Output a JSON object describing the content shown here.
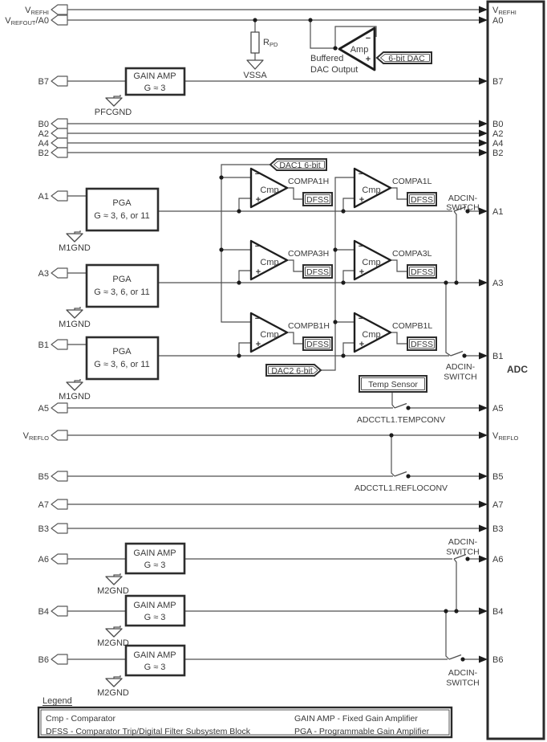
{
  "left_pins": {
    "vrefhi_v": "V",
    "vrefhi_sub": "REFHI",
    "vrefout_v": "V",
    "vrefout_sub": "REFOUT",
    "vrefout_rest": "/A0",
    "b7": "B7",
    "b0": "B0",
    "a2": "A2",
    "a4": "A4",
    "b2": "B2",
    "a1": "A1",
    "a3": "A3",
    "b1": "B1",
    "a5": "A5",
    "vreflo_v": "V",
    "vreflo_sub": "REFLO",
    "b5": "B5",
    "a7": "A7",
    "b3": "B3",
    "a6": "A6",
    "b4": "B4",
    "b6": "B6"
  },
  "adc": {
    "label": "ADC",
    "vrefhi_v": "V",
    "vrefhi_sub": "REFHI",
    "a0": "A0",
    "b7": "B7",
    "b0": "B0",
    "a2": "A2",
    "a4": "A4",
    "b2": "B2",
    "a1": "A1",
    "a3": "A3",
    "b1": "B1",
    "a5": "A5",
    "vreflo_v": "V",
    "vreflo_sub": "REFLO",
    "b5": "B5",
    "a7": "A7",
    "b3": "B3",
    "a6": "A6",
    "b4": "B4",
    "b6": "B6"
  },
  "blocks": {
    "gain_amp_line1": "GAIN AMP",
    "gain_amp_line2": "G ≈ 3",
    "pga_line1": "PGA",
    "pga_line2": "G ≈ 3, 6, or 11",
    "amp_label": "Amp",
    "cmp_label": "Cmp",
    "dfss_label": "DFSS",
    "temp_sensor": "Temp Sensor",
    "minus": "−",
    "plus": "+",
    "rpd_r": "R",
    "rpd_sub": "PD",
    "buffered_line1": "Buffered",
    "buffered_line2": "DAC Output"
  },
  "grounds": {
    "vssa": "VSSA",
    "pfcgnd": "PFCGND",
    "m1gnd": "M1GND",
    "m2gnd": "M2GND"
  },
  "tags": {
    "dac_6bit": "6-bit DAC",
    "dac1_6bit": "DAC1 6-bit",
    "dac2_6bit": "DAC2 6-bit"
  },
  "comparators": {
    "compa1h": "COMPA1H",
    "compa1l": "COMPA1L",
    "compa3h": "COMPA3H",
    "compa3l": "COMPA3L",
    "compb1h": "COMPB1H",
    "compb1l": "COMPB1L"
  },
  "switches": {
    "adcin_line1": "ADCIN-",
    "adcin_line2": "SWITCH",
    "tempconv": "ADCCTL1.TEMPCONV",
    "refloconv": "ADCCTL1.REFLOCONV"
  },
  "legend": {
    "title": "Legend",
    "item_cmp": "Cmp - Comparator",
    "item_gain": "GAIN AMP - Fixed Gain Amplifier",
    "item_dfss": "DFSS - Comparator Trip/Digital Filter Subsystem Block",
    "item_pga": "PGA - Programmable Gain Amplifier"
  },
  "colors": {
    "wire": "#4f4f4f",
    "border": "#2d2d2d",
    "text": "#3a3a3a"
  }
}
